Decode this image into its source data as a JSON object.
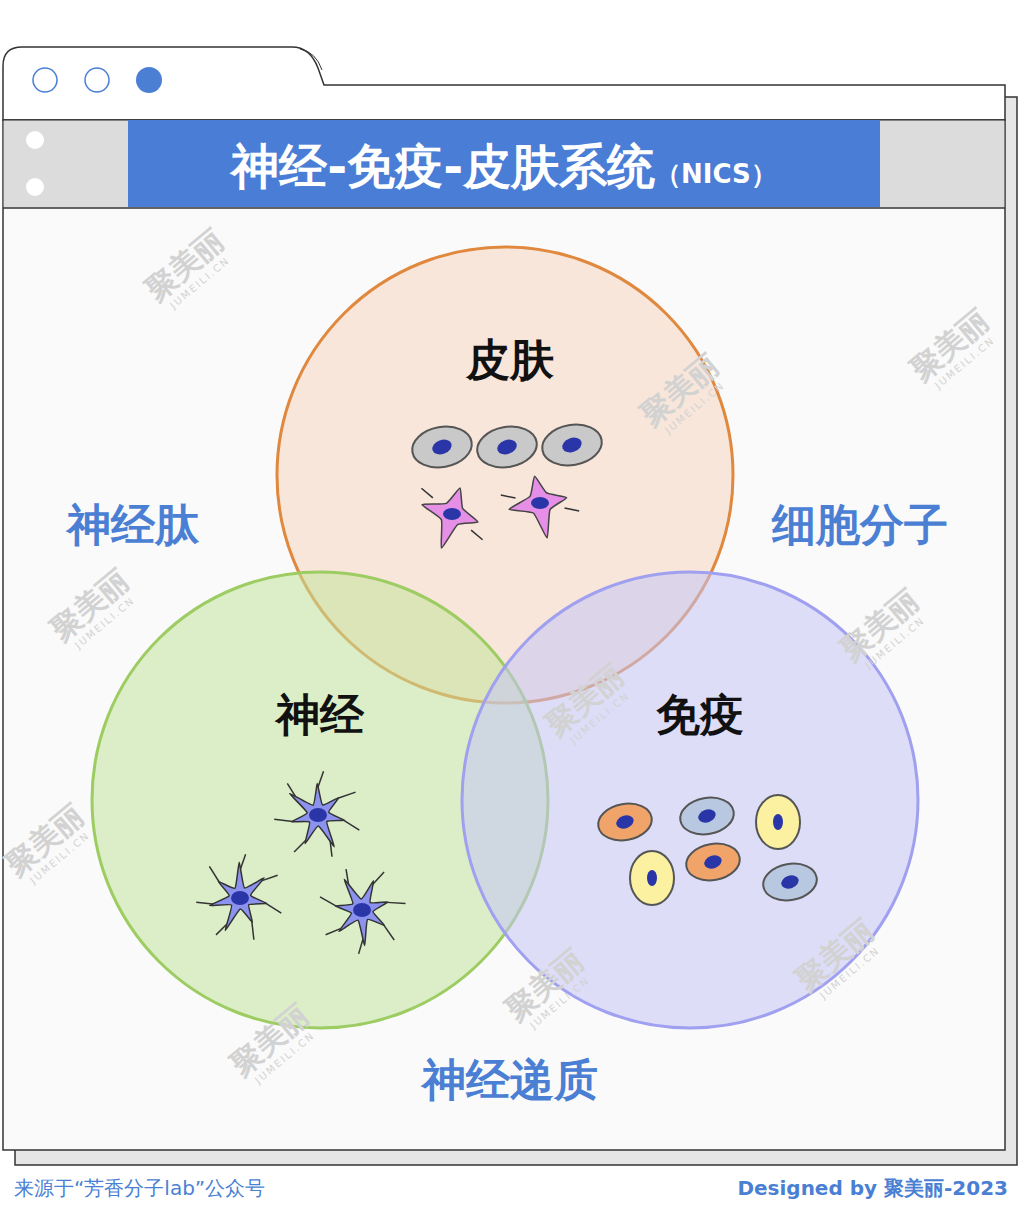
{
  "diagram": {
    "title": "神经-免疫-皮肤系统",
    "nodes": [
      {
        "text": [
          "皮肤"
        ]
      },
      {
        "text": [
          "神经"
        ]
      },
      {
        "text": [
          "免疫"
        ]
      }
    ],
    "labels": [
      "（NICS）",
      "神经肽",
      "细胞分子",
      "神经递质",
      "来源于“芳香分子lab”公众号",
      "Designed by 聚美丽-2023",
      "聚美丽",
      "JUMEILI.CN",
      "聚美丽",
      "JUMEILI.CN",
      "聚美丽",
      "JUMEILI.CN",
      "聚美丽",
      "JUMEILI.CN",
      "聚美丽",
      "JUMEILI.CN",
      "聚美丽",
      "JUMEILI.CN",
      "聚美丽",
      "JUMEILI.CN",
      "聚美丽",
      "JUMEILI.CN",
      "聚美丽",
      "JUMEILI.CN",
      "聚美丽",
      "JUMEILI.CN"
    ]
  }
}
